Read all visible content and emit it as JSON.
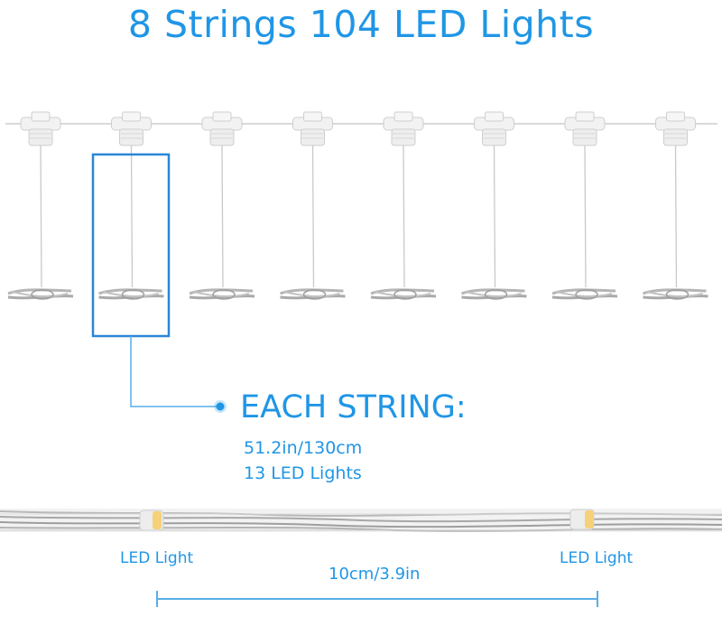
{
  "title": "8 Strings 104 LED Lights",
  "callout": {
    "heading": "EACH STRING:",
    "length": "51.2in/130cm",
    "count": "13 LED Lights"
  },
  "detail": {
    "led_label_left": "LED Light",
    "led_label_right": "LED Light",
    "spacing": "10cm/3.9in"
  },
  "colors": {
    "accent": "#1f96e6",
    "highlight_box": "#2a86d6",
    "connector": "#f2f2f2",
    "wire": "#c9c9c9",
    "led_bead": "#f7d07a"
  },
  "strings_count": 8
}
